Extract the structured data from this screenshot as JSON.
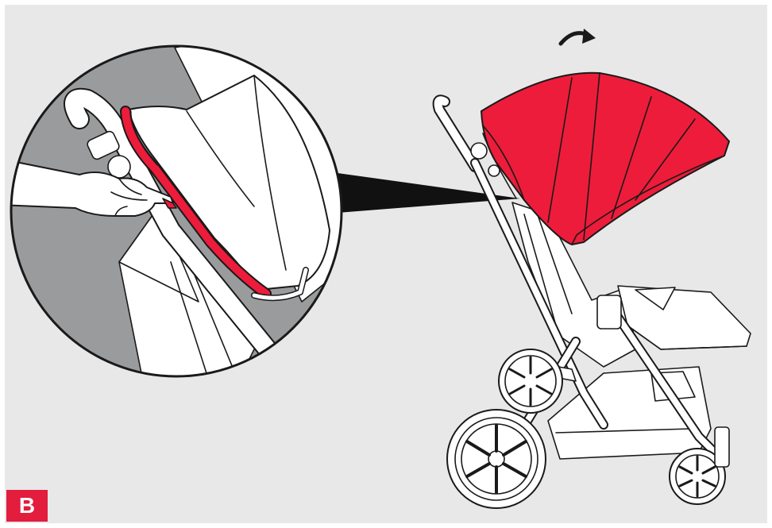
{
  "step_label": "B",
  "colors": {
    "background": "#e8e8e9",
    "canopy_red": "#ed1c3a",
    "badge_red": "#e21d3d",
    "zoom_fill": "#9a9b9d",
    "outline": "#1a1a1a"
  },
  "icons": [
    "curved-arrow-icon",
    "magnifier-callout",
    "stroller-illustration",
    "hand-icon"
  ]
}
